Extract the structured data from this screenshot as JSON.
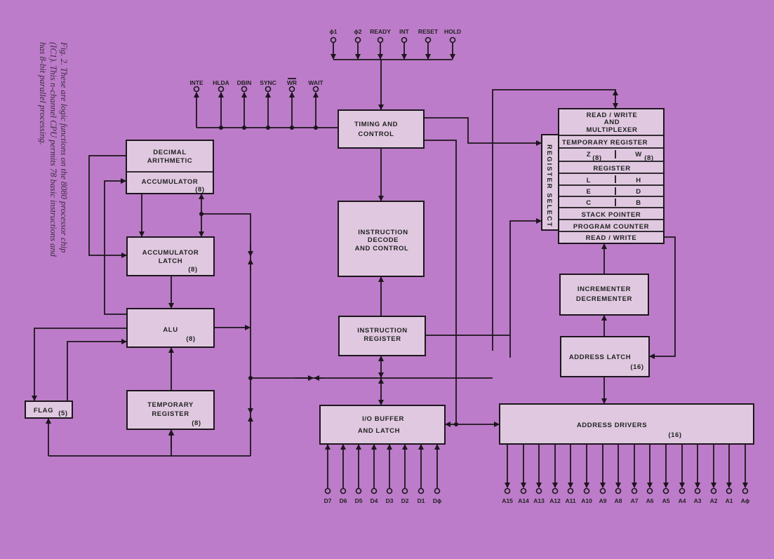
{
  "caption": "Fig. 2. These are logic functions on the 8080 processor chip (IC1). This n-channel CPU permits 78 basic instructions and has 8-bit parallel processing.",
  "colors": {
    "background": "#bd7cc9",
    "block_fill": "#e0c9e0",
    "line": "#1c161c"
  },
  "control_inputs": [
    "ϕ1",
    "ϕ2",
    "READY",
    "INT",
    "RESET",
    "HOLD"
  ],
  "control_outputs": [
    "INTE",
    "HLDA",
    "DBIN",
    "SYNC",
    "WR",
    "WAIT"
  ],
  "blocks": {
    "decimal_arithmetic": [
      "DECIMAL",
      "ARITHMETIC"
    ],
    "accumulator": {
      "label": "ACCUMULATOR",
      "bits": "(8)"
    },
    "accumulator_latch": {
      "lines": [
        "ACCUMULATOR",
        "LATCH"
      ],
      "bits": "(8)"
    },
    "alu": {
      "label": "ALU",
      "bits": "(8)"
    },
    "flag": {
      "label": "FLAG",
      "bits": "(5)"
    },
    "temporary_register": {
      "lines": [
        "TEMPORARY",
        "REGISTER"
      ],
      "bits": "(8)"
    },
    "timing_control": [
      "TIMING AND",
      "CONTROL"
    ],
    "instruction_decode": [
      "INSTRUCTION",
      "DECODE",
      "AND CONTROL"
    ],
    "instruction_register": [
      "INSTRUCTION",
      "REGISTER"
    ],
    "io_buffer": [
      "I/O BUFFER",
      "AND LATCH"
    ],
    "register_array": {
      "header": [
        "READ / WRITE",
        "AND",
        "MULTIPLEXER"
      ],
      "temp": "TEMPORARY REGISTER",
      "zw": {
        "left": "Z",
        "right": "W",
        "bits": "(8)"
      },
      "register": "REGISTER",
      "pairs": [
        [
          "L",
          "H"
        ],
        [
          "E",
          "D"
        ],
        [
          "C",
          "B"
        ]
      ],
      "stack_pointer": "STACK POINTER",
      "program_counter": "PROGRAM COUNTER",
      "footer": "READ / WRITE",
      "select": "REGISTER SELECT"
    },
    "incrementer": [
      "INCREMENTER",
      "DECREMENTER"
    ],
    "address_latch": {
      "label": "ADDRESS LATCH",
      "bits": "(16)"
    },
    "address_drivers": {
      "label": "ADDRESS DRIVERS",
      "bits": "(16)"
    }
  },
  "data_pins": [
    "D7",
    "D6",
    "D5",
    "D4",
    "D3",
    "D2",
    "D1",
    "Dϕ"
  ],
  "address_pins": [
    "A15",
    "A14",
    "A13",
    "A12",
    "A11",
    "A10",
    "A9",
    "A8",
    "A7",
    "A6",
    "A5",
    "A4",
    "A3",
    "A2",
    "A1",
    "Aϕ"
  ]
}
